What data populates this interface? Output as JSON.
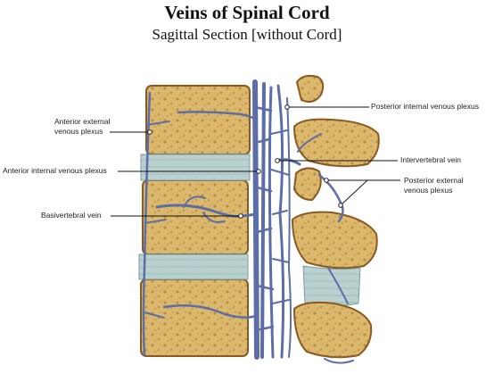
{
  "title": "Veins of Spinal Cord",
  "subtitle": "Sagittal Section [without Cord]",
  "labels": {
    "anterior_external_line1": "Anterior external",
    "anterior_external_line2": "venous plexus",
    "anterior_internal": "Anterior internal venous plexus",
    "basivertebral": "Basivertebral vein",
    "posterior_internal": "Posterior internal venous plexus",
    "intervertebral": "Intervertebral vein",
    "posterior_external_line1": "Posterior external",
    "posterior_external_line2": "venous plexus"
  },
  "colors": {
    "vein": "#5c6da8",
    "bone": "#d9b56a",
    "bone_edge": "#8a5a22",
    "disc": "#b8d0cf"
  }
}
